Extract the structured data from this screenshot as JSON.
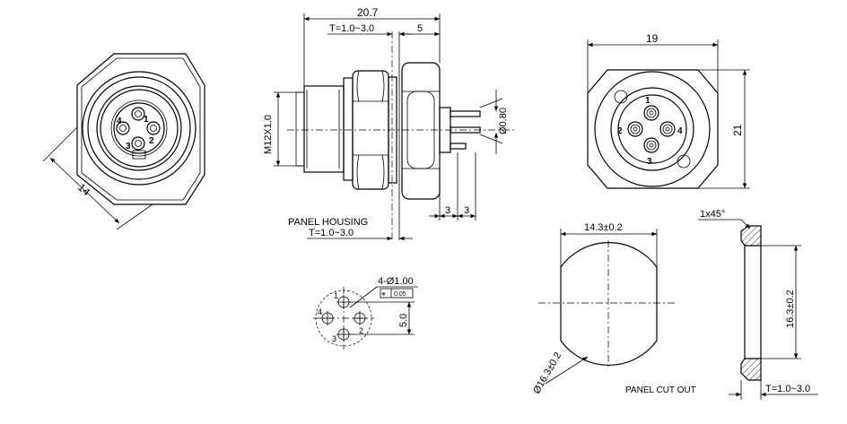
{
  "front_view": {
    "dim_across_flats": "14",
    "pin_labels": [
      "1",
      "2",
      "3",
      "4"
    ]
  },
  "side_view": {
    "dim_overall_length": "20.7",
    "dim_panel_thickness_top": "T=1.0~3.0",
    "dim_flange": "5",
    "dim_thread": "M12X1.0",
    "dim_pin_diameter": "Ø0.80",
    "dim_pin_gap_a": "3",
    "dim_pin_gap_b": "3",
    "label_panel_housing": "PANEL HOUSING",
    "dim_panel_thickness_bottom": "T=1.0~3.0"
  },
  "back_view": {
    "dim_width": "19",
    "dim_height": "21",
    "pin_labels": [
      "1",
      "2",
      "3",
      "4"
    ]
  },
  "pcb_layout": {
    "dim_hole": "4-Ø1.00",
    "tolerance_symbol": "⌖",
    "tolerance_value": "0.05",
    "dim_pitch": "5.0",
    "pin_labels": [
      "1",
      "2",
      "3",
      "4"
    ]
  },
  "panel_cutout": {
    "dim_width": "14.3±0.2",
    "dim_diameter": "Ø16.3±0.2",
    "label": "PANEL CUT OUT"
  },
  "panel_section": {
    "dim_chamfer": "1x45°",
    "dim_height": "16.3±0.2",
    "dim_thickness": "T=1.0~3.0"
  }
}
